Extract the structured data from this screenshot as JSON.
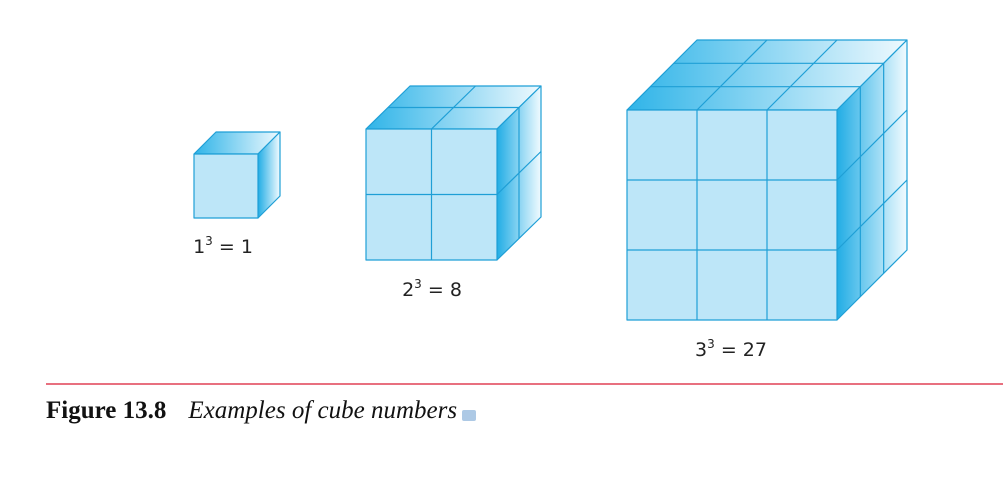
{
  "cubes": [
    {
      "n": 1,
      "base": "1",
      "exponent": "3",
      "equals": "= 1"
    },
    {
      "n": 2,
      "base": "2",
      "exponent": "3",
      "equals": "= 8"
    },
    {
      "n": 3,
      "base": "3",
      "exponent": "3",
      "equals": "= 27"
    }
  ],
  "caption": {
    "number": "Figure 13.8",
    "text": "Examples of cube numbers"
  },
  "colors": {
    "front_fill": "#bde6f8",
    "top_light": "#e8f7fd",
    "top_dark": "#3bbaea",
    "side_dark": "#27b3e8",
    "side_light": "#eef9fe",
    "edge": "#1f9fd6",
    "rule": "#e8707f"
  }
}
